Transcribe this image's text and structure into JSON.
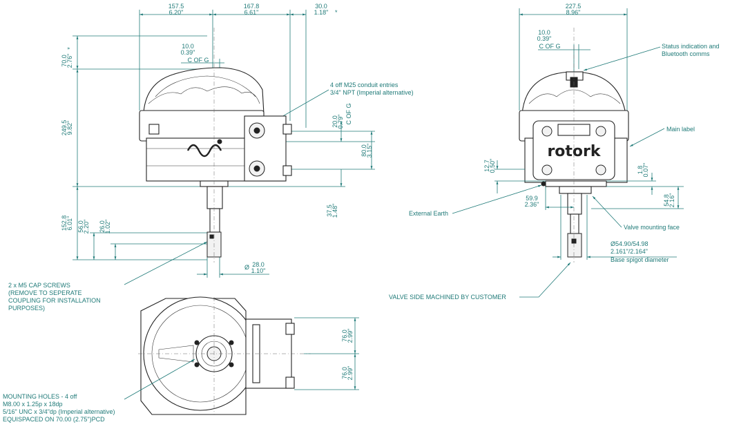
{
  "front_view": {
    "dim_left_mm": "157.5",
    "dim_left_in": "6.20\"",
    "dim_right_mm": "167.8",
    "dim_right_in": "6.61\"",
    "dim_side_mm": "30.0",
    "dim_side_in": "1.18\"",
    "dim_side_star": "*",
    "cog_mm": "10.0",
    "cog_in": "0.39\"",
    "cog_label": "C OF G",
    "top_mm": "70.0",
    "top_in": "2.76\"",
    "top_star": "*",
    "height_mm": "249.5",
    "height_in": "9.82\"",
    "cog_v_mm": "20.0",
    "cog_v_in": "0.79\"",
    "cog_v_label": "C OF G",
    "conduit_mm": "80.0",
    "conduit_in": "3.15\"",
    "base_mm": "37.5",
    "base_in": "1.48\"",
    "below_mm": "152.8",
    "below_in": "6.01\"",
    "coupling_mm": "56.0",
    "coupling_in": "2.20\"",
    "coupling2_mm": "26.0",
    "coupling2_in": "1.02\"",
    "dia_symbol": "Ø",
    "dia_mm": "28.0",
    "dia_in": "1.10\"",
    "conduit_note": [
      "4 off M25 conduit entries",
      "3/4\" NPT (Imperial alternative)"
    ],
    "screws_note": [
      "2 x M5 CAP SCREWS",
      "(REMOVE TO SEPERATE",
      "COUPLING FOR INSTALLATION",
      "PURPOSES)"
    ]
  },
  "side_view": {
    "width_mm": "227.5",
    "width_in": "8.96\"",
    "cog_mm": "10.0",
    "cog_in": "0.39\"",
    "cog_label": "C OF G",
    "status_note": [
      "Status indication and",
      "Bluetooth comms"
    ],
    "main_label_note": "Main label",
    "logo_text": "rotork",
    "d12_mm": "12.7",
    "d12_in": "0.50\"",
    "d18_mm": "1.8",
    "d18_in": "0.07\"",
    "d59_mm": "59.9",
    "d59_in": "2.36\"",
    "d54_mm": "54.8",
    "d54_in": "2.16\"",
    "earth_note": "External Earth",
    "valve_face_note": "Valve mounting face",
    "spigot_line1": "Ø54.90/54.98",
    "spigot_line2": "2.161\"/2.164\"",
    "spigot_line3": "Base spigot diameter",
    "valve_side_note": "VALVE SIDE MACHINED BY CUSTOMER"
  },
  "bottom_view": {
    "d76a_mm": "76.0",
    "d76a_in": "2.99\"",
    "d76b_mm": "76.0",
    "d76b_in": "2.99\"",
    "mounting_note": [
      "MOUNTING HOLES - 4 off",
      "M8.00 x 1.25p x 18dp",
      "5/16\" UNC x 3/4\"dp (Imperial alternative)",
      "EQUISPACED ON 70.00 (2.75\")PCD"
    ]
  },
  "colors": {
    "dimension": "#1f7a78",
    "outline": "#222222"
  }
}
